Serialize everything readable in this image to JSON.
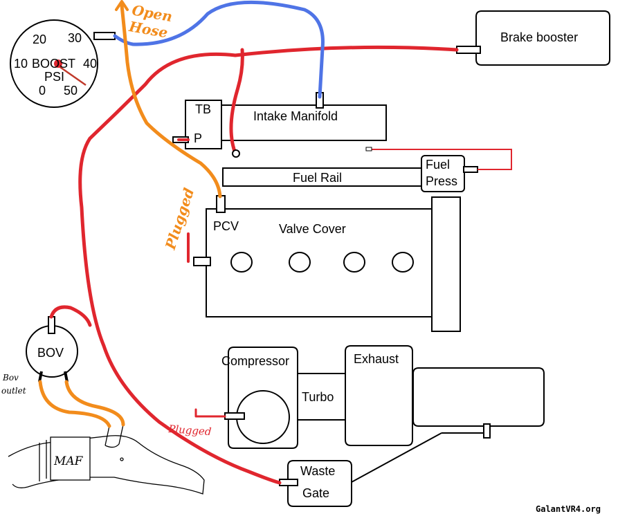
{
  "colors": {
    "vacuum_line": "#e0262e",
    "boost_line": "#4f74e6",
    "pcv_line": "#f28c1c",
    "outline": "#000000"
  },
  "gauge": {
    "tick_20": "20",
    "tick_30": "30",
    "tick_10": "10",
    "tick_40": "40",
    "tick_0": "0",
    "tick_50": "50",
    "label_boost": "BOOST",
    "label_psi": "PSI"
  },
  "labels": {
    "brake_booster": "Brake booster",
    "tb": "TB",
    "p": "P",
    "intake_manifold": "Intake Manifold",
    "fuel_rail": "Fuel Rail",
    "fuel_press_line1": "Fuel",
    "fuel_press_line2": "Press",
    "pcv": "PCV",
    "valve_cover": "Valve Cover",
    "bov": "BOV",
    "compressor": "Compressor",
    "turbo": "Turbo",
    "exhaust": "Exhaust",
    "waste_gate_line1": "Waste",
    "waste_gate_line2": "Gate",
    "maf": "MAF"
  },
  "annotations": {
    "open_hose_line1": "Open",
    "open_hose_line2": "Hose",
    "plugged_pcv": "Plugged",
    "plugged_compressor": "Plugged",
    "bov_outlet_line1": "Bov",
    "bov_outlet_line2": "outlet"
  },
  "watermark": "GalantVR4.org"
}
